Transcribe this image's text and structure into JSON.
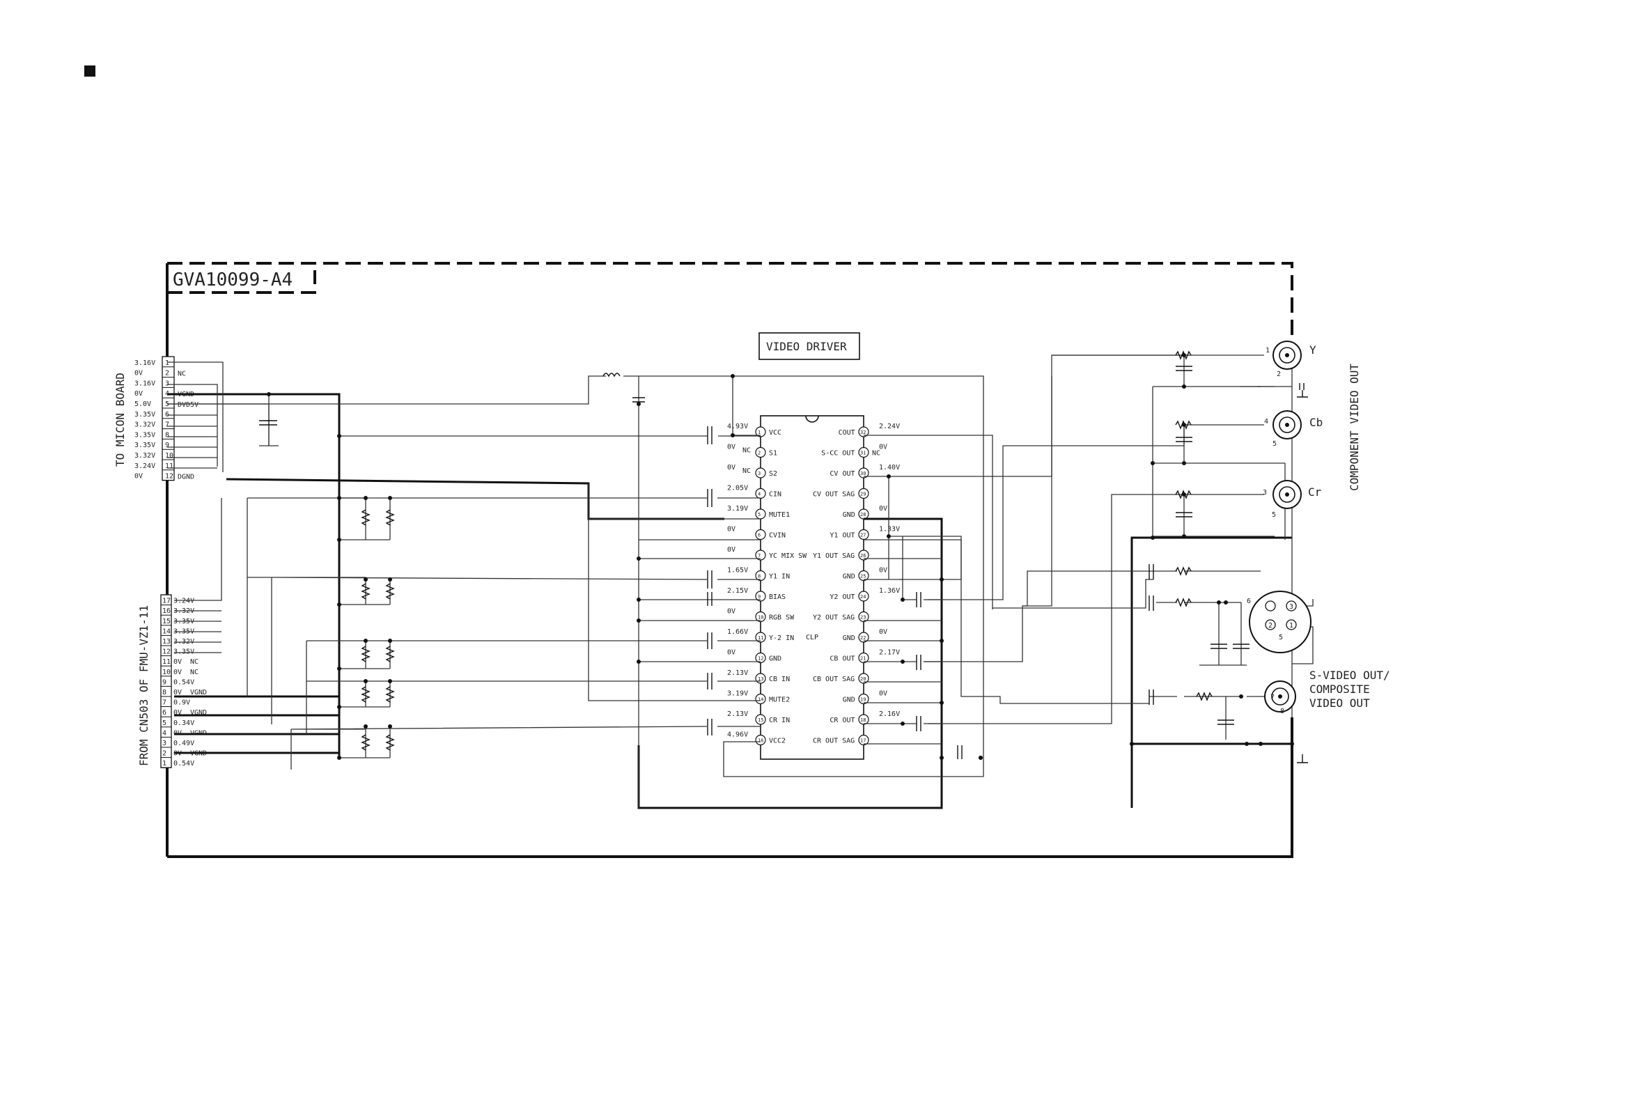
{
  "board_id": "GVA10099-A4",
  "ic_title": "VIDEO DRIVER",
  "left_connector_top_label": "TO MICON BOARD",
  "left_connector_bottom_label": "FROM CN503 OF FMU-VZ1-11",
  "output_labels": {
    "component": "COMPONENT VIDEO OUT",
    "y": "Y",
    "cb": "Cb",
    "cr": "Cr",
    "svideo_line1": "S-VIDEO OUT/",
    "svideo_line2": "COMPOSITE",
    "svideo_line3": "VIDEO OUT"
  },
  "cn_top": [
    {
      "pin": "1",
      "volt": "3.16V",
      "net": ""
    },
    {
      "pin": "2",
      "volt": "0V",
      "net": "NC"
    },
    {
      "pin": "3",
      "volt": "3.16V",
      "net": ""
    },
    {
      "pin": "4",
      "volt": "0V",
      "net": "VGND"
    },
    {
      "pin": "5",
      "volt": "5.0V",
      "net": "DVD5V"
    },
    {
      "pin": "6",
      "volt": "3.35V",
      "net": ""
    },
    {
      "pin": "7",
      "volt": "3.32V",
      "net": ""
    },
    {
      "pin": "8",
      "volt": "3.35V",
      "net": ""
    },
    {
      "pin": "9",
      "volt": "3.35V",
      "net": ""
    },
    {
      "pin": "10",
      "volt": "3.32V",
      "net": ""
    },
    {
      "pin": "11",
      "volt": "3.24V",
      "net": ""
    },
    {
      "pin": "12",
      "volt": "0V",
      "net": "DGND"
    }
  ],
  "cn_bottom": [
    {
      "pin": "17",
      "volt": "3.24V",
      "net": ""
    },
    {
      "pin": "16",
      "volt": "3.32V",
      "net": ""
    },
    {
      "pin": "15",
      "volt": "3.35V",
      "net": ""
    },
    {
      "pin": "14",
      "volt": "3.35V",
      "net": ""
    },
    {
      "pin": "13",
      "volt": "3.32V",
      "net": ""
    },
    {
      "pin": "12",
      "volt": "3.35V",
      "net": ""
    },
    {
      "pin": "11",
      "volt": "0V",
      "net": "NC"
    },
    {
      "pin": "10",
      "volt": "0V",
      "net": "NC"
    },
    {
      "pin": "9",
      "volt": "0.54V",
      "net": ""
    },
    {
      "pin": "8",
      "volt": "0V",
      "net": "VGND"
    },
    {
      "pin": "7",
      "volt": "0.9V",
      "net": ""
    },
    {
      "pin": "6",
      "volt": "0V",
      "net": "VGND"
    },
    {
      "pin": "5",
      "volt": "0.34V",
      "net": ""
    },
    {
      "pin": "4",
      "volt": "0V",
      "net": "VGND"
    },
    {
      "pin": "3",
      "volt": "0.49V",
      "net": ""
    },
    {
      "pin": "2",
      "volt": "0V",
      "net": "VGND"
    },
    {
      "pin": "1",
      "volt": "0.54V",
      "net": ""
    }
  ],
  "ic_left_pins": [
    {
      "num": "1",
      "name": "VCC",
      "volt": "4.93V"
    },
    {
      "num": "2",
      "name": "S1",
      "volt": "0V",
      "nc": "NC"
    },
    {
      "num": "3",
      "name": "S2",
      "volt": "0V",
      "nc": "NC"
    },
    {
      "num": "4",
      "name": "CIN",
      "volt": "2.05V"
    },
    {
      "num": "5",
      "name": "MUTE1",
      "volt": "3.19V"
    },
    {
      "num": "6",
      "name": "CVIN",
      "volt": "0V"
    },
    {
      "num": "7",
      "name": "YC MIX SW",
      "volt": "0V"
    },
    {
      "num": "8",
      "name": "Y1 IN",
      "volt": "1.65V"
    },
    {
      "num": "9",
      "name": "BIAS",
      "volt": "2.15V"
    },
    {
      "num": "10",
      "name": "RGB SW",
      "volt": "0V"
    },
    {
      "num": "11",
      "name": "Y-2 IN",
      "volt": "1.66V"
    },
    {
      "num": "12",
      "name": "GND",
      "volt": "0V"
    },
    {
      "num": "13",
      "name": "CB IN",
      "volt": "2.13V"
    },
    {
      "num": "14",
      "name": "MUTE2",
      "volt": "3.19V"
    },
    {
      "num": "15",
      "name": "CR IN",
      "volt": "2.13V"
    },
    {
      "num": "16",
      "name": "VCC2",
      "volt": "4.96V"
    }
  ],
  "ic_right_pins": [
    {
      "num": "32",
      "name": "COUT",
      "volt": "2.24V"
    },
    {
      "num": "31",
      "name": "S-CC OUT",
      "volt": "0V",
      "nc": "NC"
    },
    {
      "num": "30",
      "name": "CV OUT",
      "volt": "1.40V"
    },
    {
      "num": "29",
      "name": "CV OUT SAG",
      "volt": ""
    },
    {
      "num": "28",
      "name": "GND",
      "volt": "0V"
    },
    {
      "num": "27",
      "name": "Y1 OUT",
      "volt": "1.33V"
    },
    {
      "num": "26",
      "name": "Y1 OUT SAG",
      "volt": ""
    },
    {
      "num": "25",
      "name": "GND",
      "volt": "0V"
    },
    {
      "num": "24",
      "name": "Y2 OUT",
      "volt": "1.36V"
    },
    {
      "num": "23",
      "name": "Y2 OUT SAG",
      "volt": ""
    },
    {
      "num": "22",
      "name": "GND",
      "volt": "0V"
    },
    {
      "num": "21",
      "name": "CB OUT",
      "volt": "2.17V"
    },
    {
      "num": "20",
      "name": "CB OUT SAG",
      "volt": ""
    },
    {
      "num": "19",
      "name": "GND",
      "volt": "0V"
    },
    {
      "num": "18",
      "name": "CR OUT",
      "volt": "2.16V"
    },
    {
      "num": "17",
      "name": "CR OUT SAG",
      "volt": ""
    }
  ],
  "clp_label": "CLP",
  "jack_pins": {
    "y_sig": "1",
    "y_gnd": "2",
    "cb_sig": "4",
    "cb_gnd": "5",
    "cr_sig": "3",
    "cr_gnd": "5",
    "sv_a": "6",
    "sv_b": "3",
    "sv_c": "2",
    "sv_d": "1",
    "sv_e": "5",
    "cv_sig": "7",
    "cv_gnd": "8"
  }
}
